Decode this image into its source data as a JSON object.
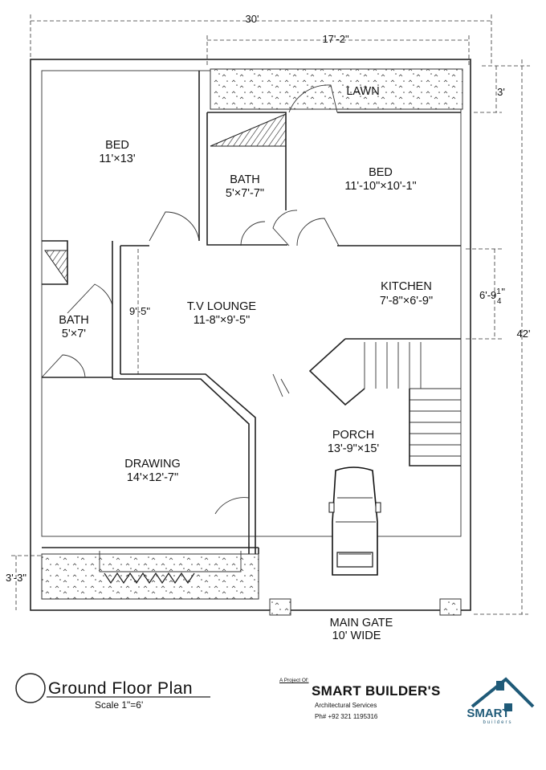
{
  "dimensions": {
    "overall_width": "30'",
    "partial_width": "17'-2\"",
    "lawn_depth": "3'",
    "overall_depth": "42'",
    "kitchen_depth": "6'-9",
    "kitchen_depth_frac_num": "1",
    "kitchen_depth_frac_den": "4",
    "kitchen_depth_suffix": "\"",
    "lounge_depth": "9'-5\"",
    "front_strip": "3'-3\""
  },
  "rooms": {
    "lawn": {
      "name": "LAWN"
    },
    "bed1": {
      "name": "BED",
      "size": "11'×13'"
    },
    "bath1": {
      "name": "BATH",
      "size": "5'×7'-7\""
    },
    "bed2": {
      "name": "BED",
      "size": "11'-10\"×10'-1\""
    },
    "kitchen": {
      "name": "KITCHEN",
      "size": "7'-8\"×6'-9\""
    },
    "lounge": {
      "name": "T.V LOUNGE",
      "size": "11-8\"×9'-5\""
    },
    "bath2": {
      "name": "BATH",
      "size": "5'×7'"
    },
    "porch": {
      "name": "PORCH",
      "size": "13'-9\"×15'"
    },
    "drawing": {
      "name": "DRAWING",
      "size": "14'×12'-7\""
    }
  },
  "gate": {
    "line1": "MAIN GATE",
    "line2": "10' WIDE"
  },
  "title_block": {
    "title": "Ground  Floor Plan",
    "scale": "Scale 1\"=6'"
  },
  "brand": {
    "project_of": "A Project Of:",
    "name": "SMART BUILDER'S",
    "subtitle": "Architectural Services",
    "phone": "Ph#   +92 321 1195316",
    "logo_word": "SMART",
    "logo_sub": "builders",
    "logo_color": "#1f5a78"
  }
}
